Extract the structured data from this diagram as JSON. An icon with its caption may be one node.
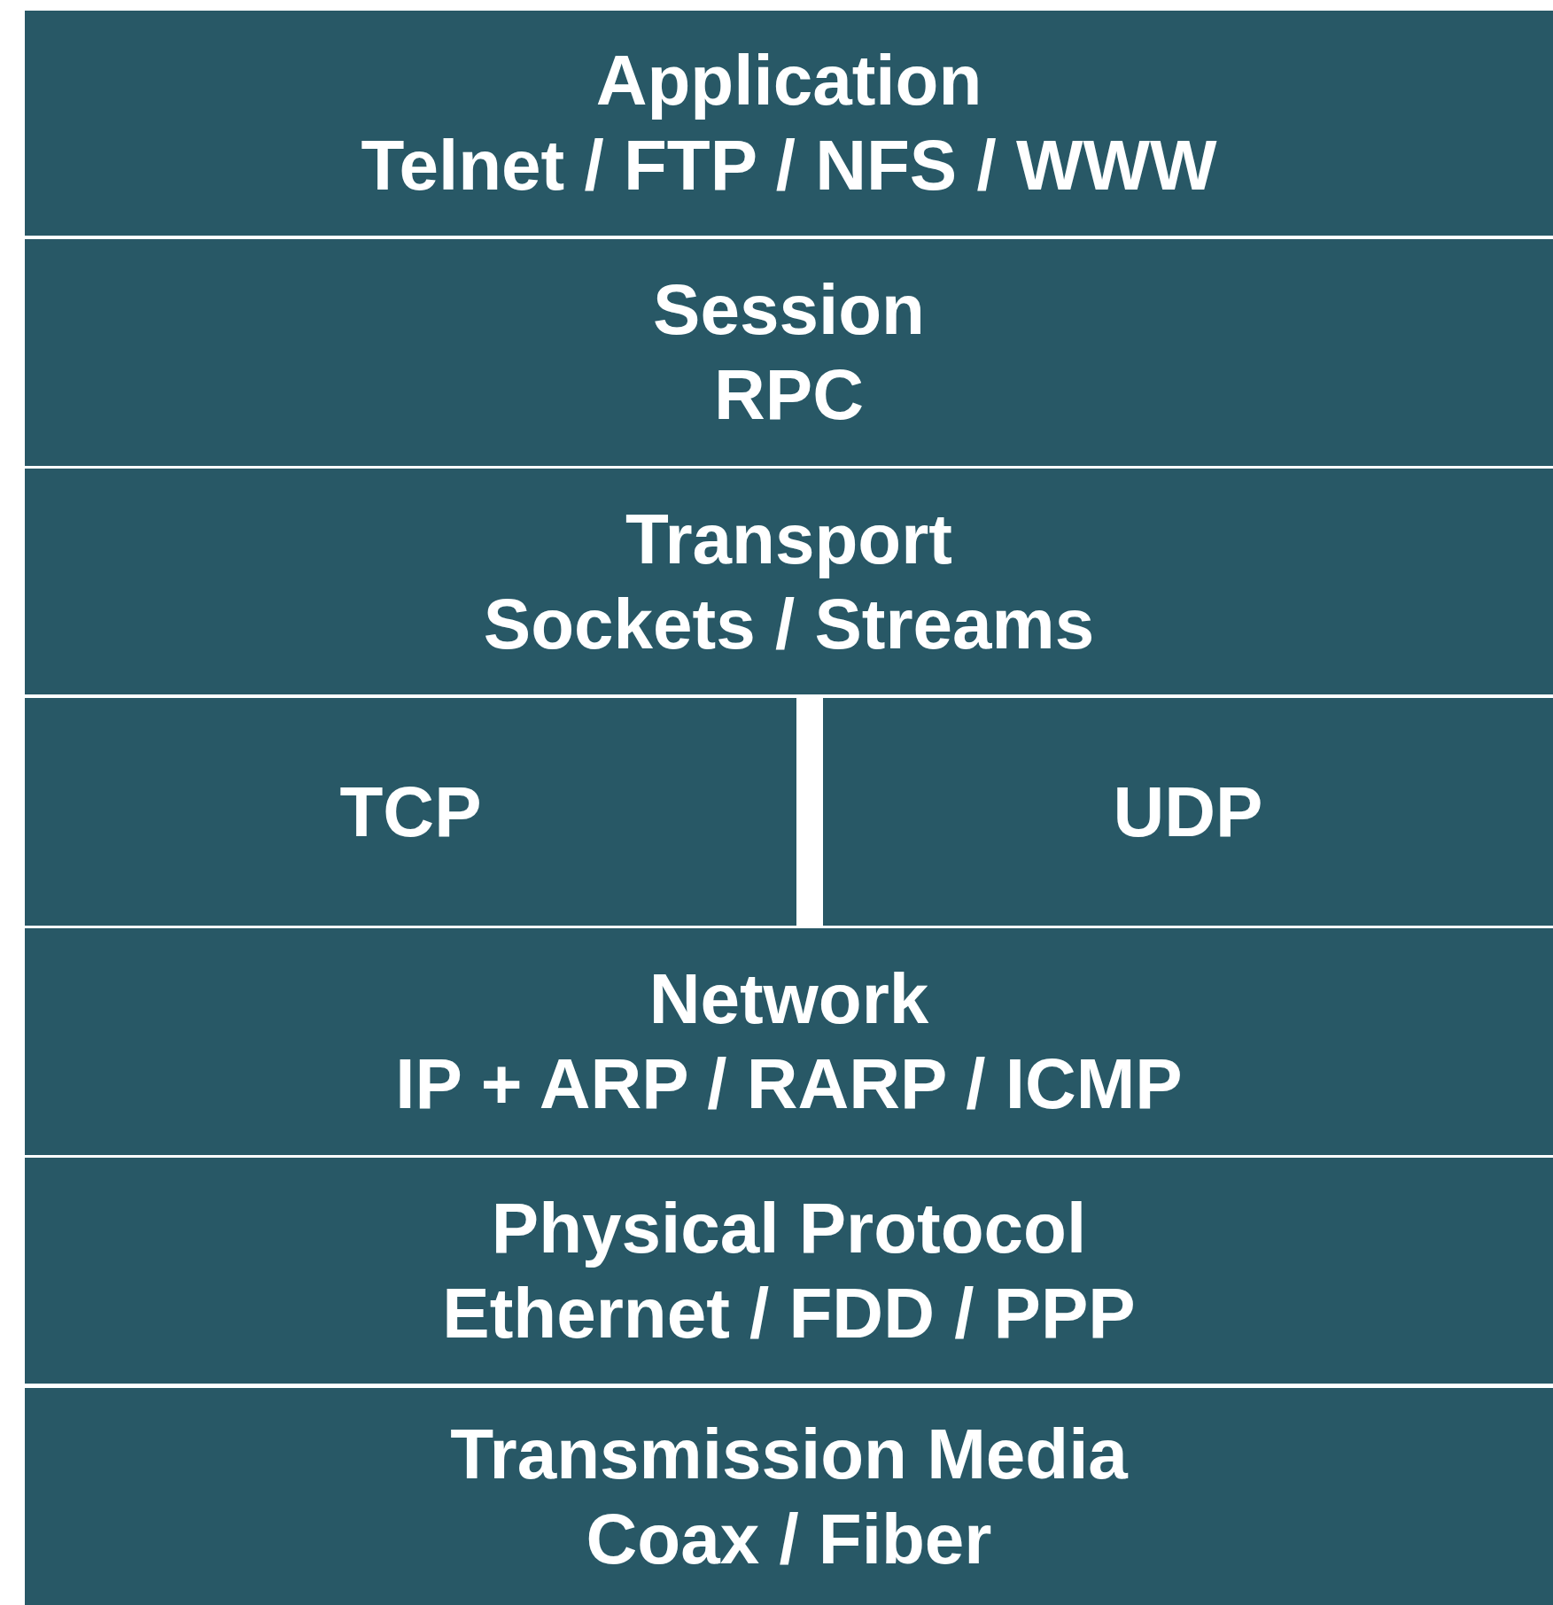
{
  "diagram": {
    "nodes": [
      {
        "text": [
          "Application",
          "Telnet / FTP / NFS / WWW"
        ]
      },
      {
        "text": [
          "Session",
          "RPC"
        ]
      },
      {
        "text": [
          "Transport",
          "Sockets / Streams"
        ]
      },
      {
        "text": [
          "TCP"
        ]
      },
      {
        "text": [
          "UDP"
        ]
      },
      {
        "text": [
          "Network",
          "IP + ARP / RARP / ICMP"
        ]
      },
      {
        "text": [
          "Physical Protocol",
          "Ethernet / FDD / PPP"
        ]
      },
      {
        "text": [
          "Transmission Media",
          "Coax / Fiber"
        ]
      }
    ]
  }
}
